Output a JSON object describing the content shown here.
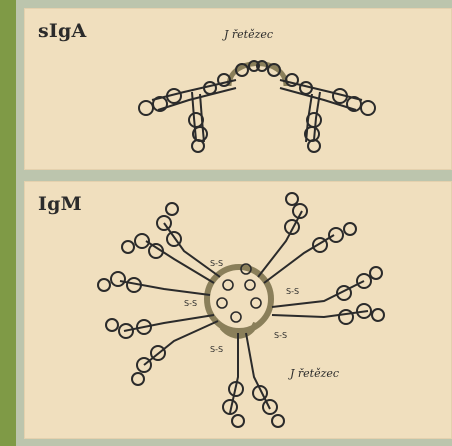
{
  "panels": {
    "siga": {
      "title": "sIgA",
      "j_chain_label": "J řetězec"
    },
    "igm": {
      "title": "IgM",
      "j_chain_label": "J řetězec",
      "disulfide_label": "S-S"
    }
  },
  "colors": {
    "background": "#7f9a46",
    "frame": "#bcc5ad",
    "panel": "#f0dfbe",
    "ink": "#2b2b2b",
    "j_chain": "#8a7f5a"
  }
}
